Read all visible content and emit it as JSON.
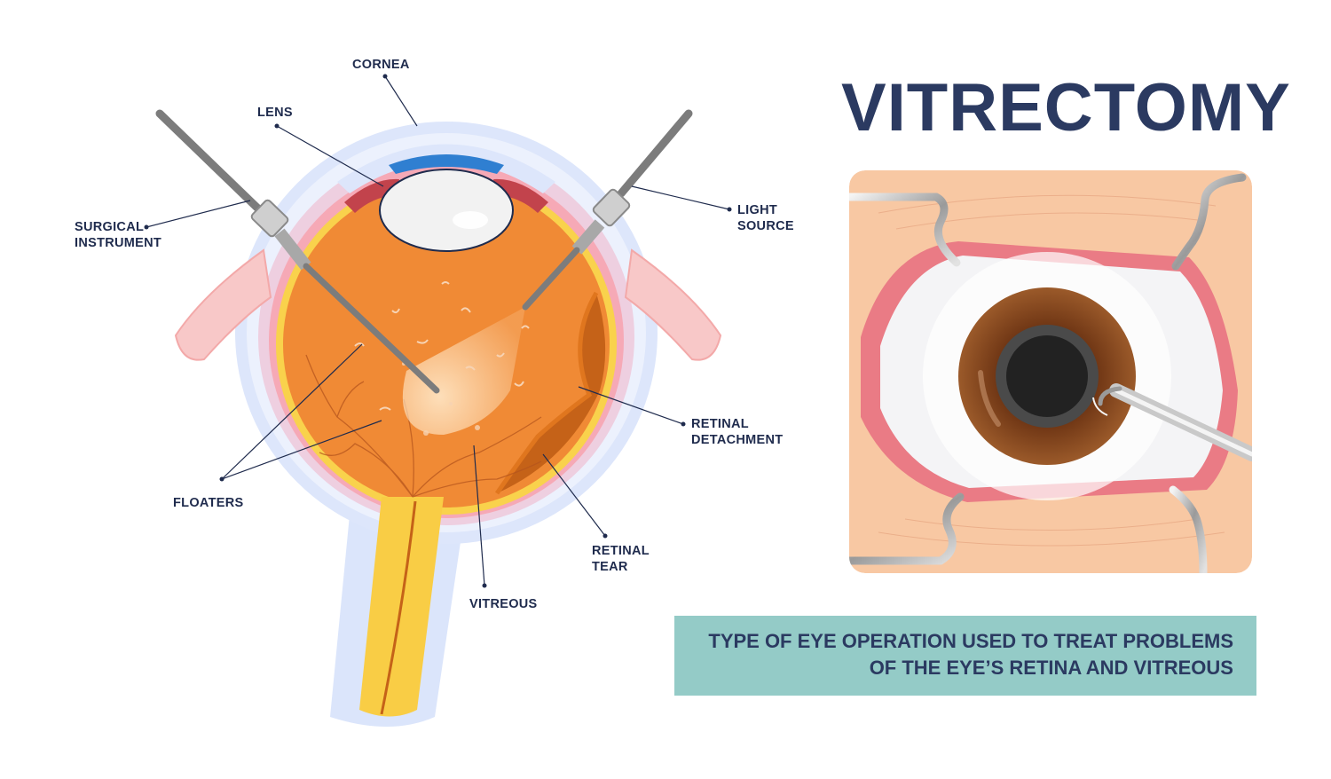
{
  "title": "VITRECTOMY",
  "caption": {
    "line1": "TYPE OF EYE OPERATION USED TO TREAT PROBLEMS",
    "line2": "OF THE EYE’S RETINA AND VITREOUS"
  },
  "labels": {
    "cornea": "CORNEA",
    "lens": "LENS",
    "surgical_instrument_1": "SURGICAL",
    "surgical_instrument_2": "INSTRUMENT",
    "light_source_1": "LIGHT",
    "light_source_2": "SOURCE",
    "retinal_detachment_1": "RETINAL",
    "retinal_detachment_2": "DETACHMENT",
    "floaters": "FLOATERS",
    "retinal_tear_1": "RETINAL",
    "retinal_tear_2": "TEAR",
    "vitreous": "VITREOUS"
  },
  "colors": {
    "text": "#1f2b4d",
    "title": "#2b3a61",
    "caption_bg": "#94cbc7",
    "vitreous": "#f08a35",
    "optic_nerve": "#f9cd45",
    "skin": "#f8c8a3",
    "iris": "#8a4a1f"
  }
}
